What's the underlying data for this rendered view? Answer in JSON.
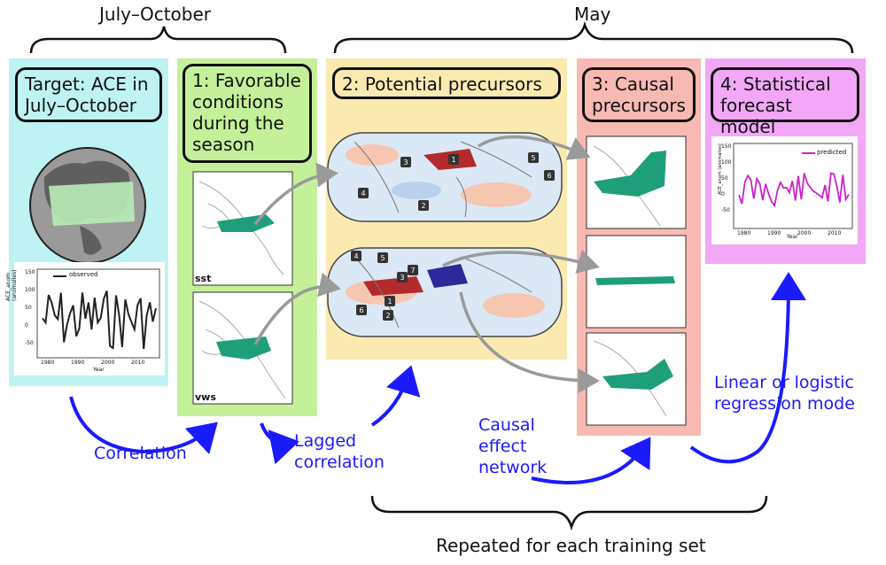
{
  "brackets": {
    "left": "July–October",
    "right": "May",
    "bottom": "Repeated for each training set"
  },
  "panels": {
    "target": {
      "title": "Target: ACE in July–October",
      "legend": "observed",
      "xticks": [
        "1980",
        "1990",
        "2000",
        "2010"
      ],
      "yticks": [
        "150",
        "100",
        "50",
        "0",
        "-50"
      ],
      "xlabel": "Year",
      "ylabel": "ACE_anom (anomalies)",
      "color": "#bff2f2"
    },
    "favorable": {
      "title": "1: Favorable conditions during the season",
      "map_labels": [
        "sst",
        "vws"
      ],
      "color": "#c4f09a"
    },
    "potential": {
      "title": "2: Potential precursors",
      "color": "#fbeab0",
      "map1_markers": [
        "1",
        "2",
        "3",
        "4",
        "5",
        "6"
      ],
      "map2_markers": [
        "1",
        "2",
        "3",
        "4",
        "5",
        "6",
        "7"
      ]
    },
    "causal": {
      "title": "3: Causal precursors",
      "color": "#f8b9b2"
    },
    "forecast": {
      "title": "4: Statistical forecast model",
      "legend": "predicted",
      "xticks": [
        "1980",
        "1990",
        "2000",
        "2010"
      ],
      "yticks": [
        "150",
        "100",
        "50",
        "0",
        "-50"
      ],
      "xlabel": "Year",
      "ylabel": "ACE_anom (anomalies)",
      "color": "#f2a8f7"
    }
  },
  "arrow_labels": {
    "correlation": "Correlation",
    "lagged": "Lagged correlation",
    "causal_network": "Causal effect network",
    "regression": "Linear or logistic regression mode"
  },
  "colors": {
    "arrow": "#1a1aff",
    "connector": "#9a9a9a",
    "feature": "#1f9e7a",
    "observed_line": "#222222",
    "predicted_line": "#cc22cc"
  }
}
